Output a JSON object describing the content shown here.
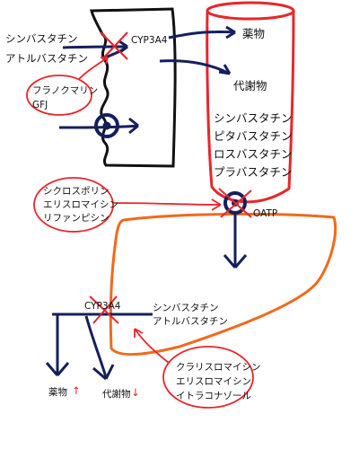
{
  "top": {
    "inhibited_drugs": [
      "シンバスタチン",
      "アトルバスタチン"
    ],
    "enzyme": "CYP3A4",
    "inhibitors": [
      "フラノクマリン",
      "GFJ"
    ]
  },
  "intestine": {
    "outputs": [
      "薬物",
      "代謝物"
    ],
    "drugs": [
      "シンバスタチン",
      "ピタバスタチン",
      "ロスバスタチン",
      "プラバスタチン"
    ]
  },
  "transport": {
    "inhibitors": [
      "シクロスポリン",
      "エリスロマイシン",
      "リファンピシン"
    ],
    "transporter": "OATP"
  },
  "liver": {
    "enzyme": "CYP3A4",
    "drugs": [
      "シンバスタチン",
      "アトルバスタチン"
    ],
    "inhibitors": [
      "クラリスロマイシン",
      "エリスロマイシン",
      "イトラコナゾール"
    ],
    "outputs": [
      "薬物",
      "代謝物"
    ],
    "arrows": [
      "↑",
      "↓"
    ]
  },
  "colors": {
    "navy": "#14205e",
    "red": "#e8262a",
    "orange": "#f06a1c",
    "black": "#111111"
  }
}
